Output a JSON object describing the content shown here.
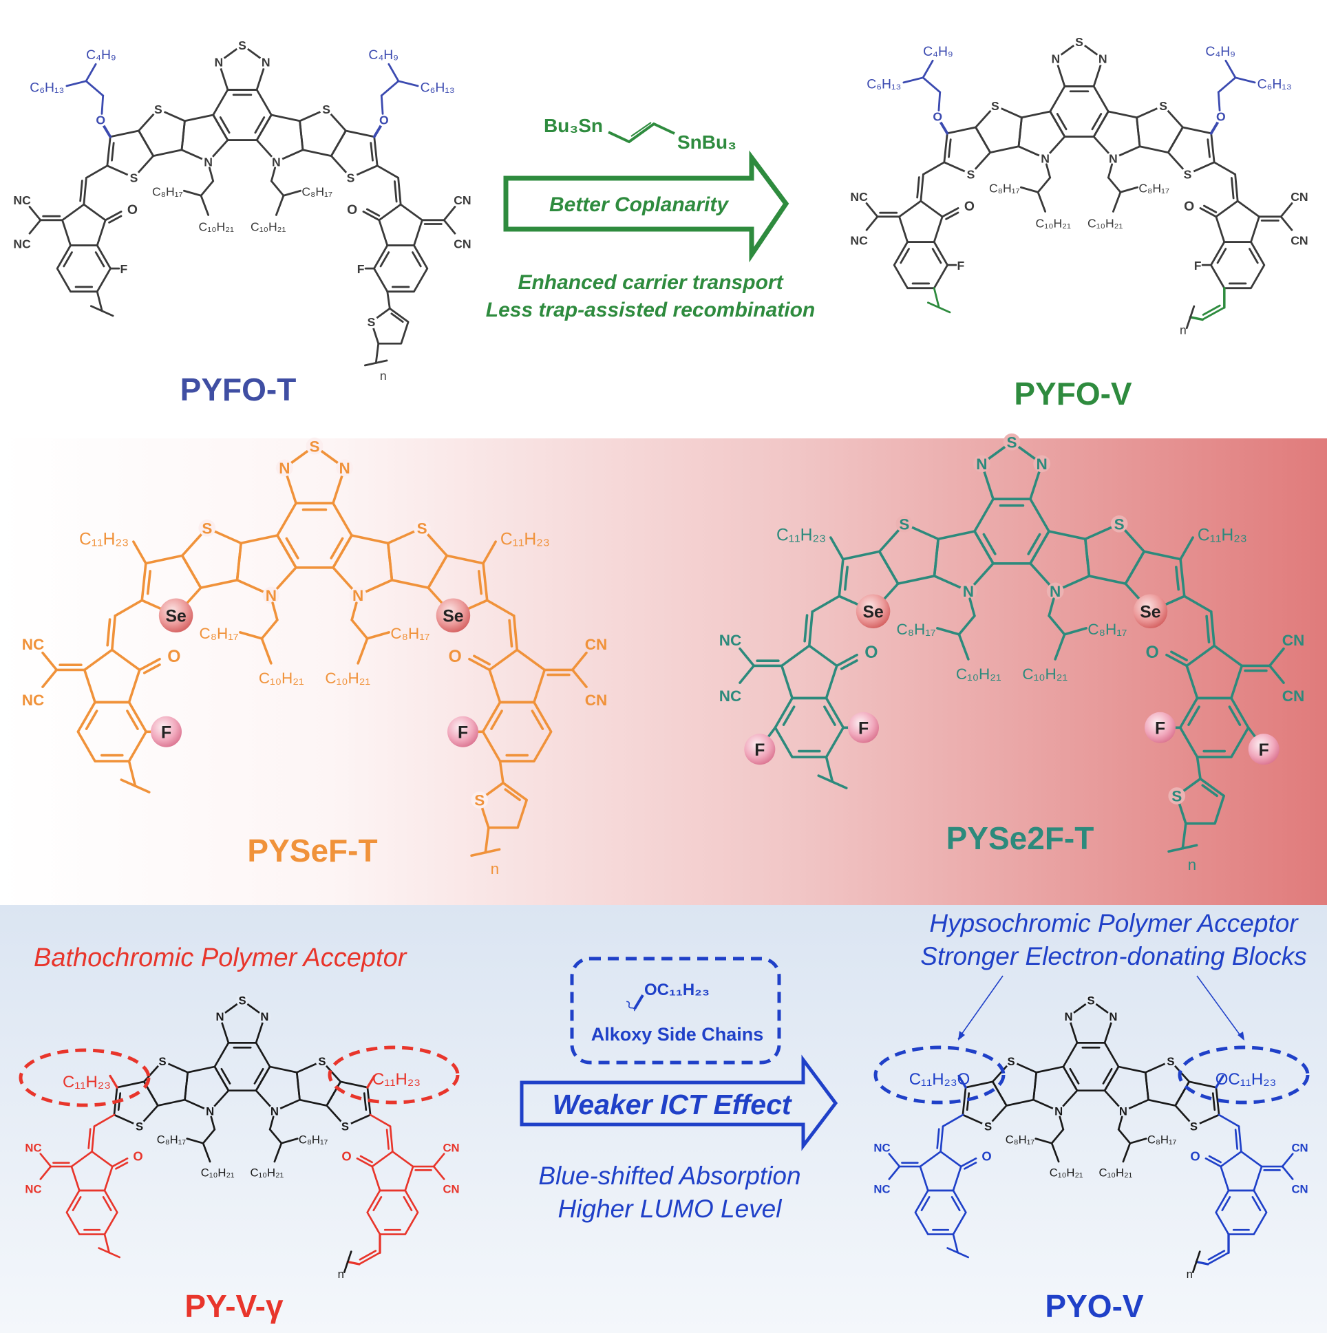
{
  "atoms": {
    "S": "S",
    "N": "N",
    "O": "O",
    "F": "F",
    "Se": "Se",
    "NC": "NC",
    "CN": "CN",
    "n": "n"
  },
  "side_chains": {
    "C4H9": "C₄H₉",
    "C6H13": "C₆H₁₃",
    "C8H17": "C₈H₁₇",
    "C10H21": "C₁₀H₂₁",
    "C11H23": "C₁₁H₂₃",
    "OC11H23": "OC₁₁H₂₃",
    "C11H23O": "C₁₁H₂₃O"
  },
  "molecules": {
    "pyfo_t": "PYFO-T",
    "pyfo_v": "PYFO-V",
    "pysef_t": "PYSeF-T",
    "pyse2f_t": "PYSe2F-T",
    "py_v_gamma": "PY-V-γ",
    "pyo_v": "PYO-V"
  },
  "top_arrow": {
    "reagent_left": "Bu₃Sn",
    "reagent_right": "SnBu₃",
    "label": "Better Coplanarity",
    "note_1": "Enhanced carrier transport",
    "note_2": "Less trap-assisted recombination"
  },
  "bottom": {
    "left_caption": "Bathochromic Polymer Acceptor",
    "right_caption_1": "Hypsochromic Polymer Acceptor",
    "right_caption_2": "Stronger Electron-donating Blocks",
    "box_formula": "OC₁₁H₂₃",
    "box_label": "Alkoxy Side Chains",
    "arrow_label": "Weaker ICT Effect",
    "note_1": "Blue-shifted Absorption",
    "note_2": "Higher LUMO Level"
  },
  "colors": {
    "pyfo_blue": "#3b4ab0",
    "green": "#2e8b3e",
    "orange": "#f0923a",
    "teal": "#2c8a7c",
    "red": "#e8352b",
    "blue": "#1f40c8",
    "dark": "#3a3a3a"
  }
}
